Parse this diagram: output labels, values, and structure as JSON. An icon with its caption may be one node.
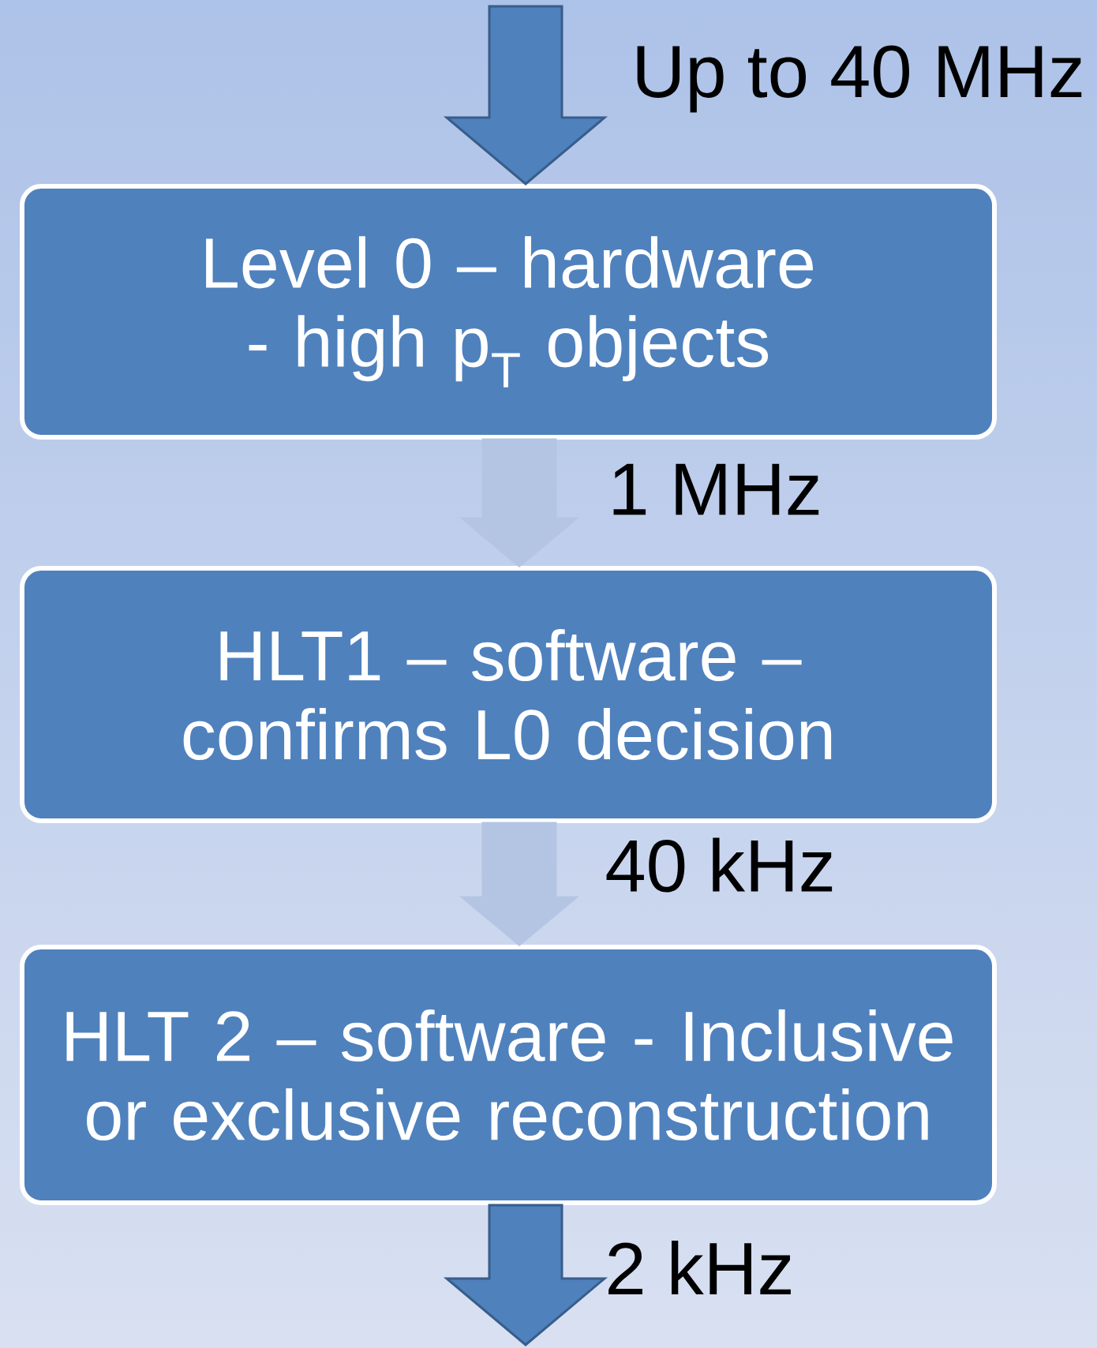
{
  "diagram": {
    "nodes": [
      {
        "text": [
          "Level 0 – hardware - high p$_{T}$ objects"
        ]
      },
      {
        "text": [
          "HLT1 – software – confirms L0 decision"
        ]
      },
      {
        "text": [
          "HLT 2 – software - Inclusive or exclusive reconstruction"
        ]
      }
    ],
    "edges": [
      {
        "from": null,
        "to": 0,
        "arrow": "to",
        "label": "Up to 40 MHz",
        "color": "#4f81bd"
      },
      {
        "from": 0,
        "to": 1,
        "arrow": "to",
        "label": "1 MHz",
        "color": "#b4c5e4"
      },
      {
        "from": 1,
        "to": 2,
        "arrow": "to",
        "label": "40 kHz",
        "color": "#b4c5e4"
      },
      {
        "from": 2,
        "to": null,
        "arrow": "to",
        "label": "2 kHz",
        "color": "#4f81bd"
      }
    ]
  }
}
